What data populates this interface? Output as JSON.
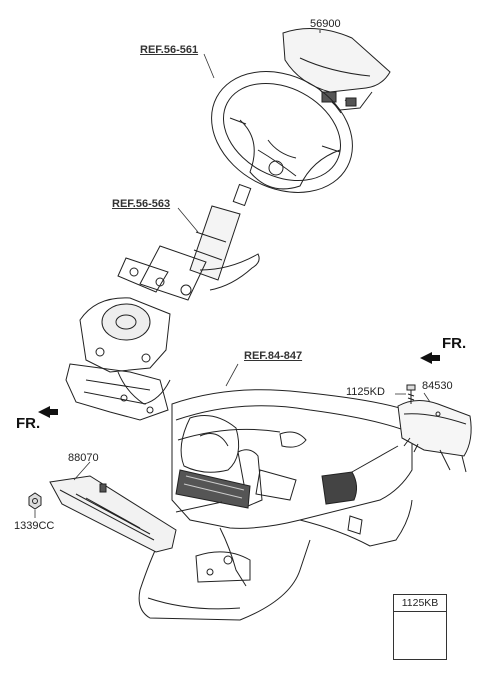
{
  "labels": {
    "airbag_driver": "56900",
    "steering_wheel_ref": "REF.56-561",
    "steering_column_ref": "REF.56-563",
    "dashboard_ref": "REF.84-847",
    "fr_right": "FR.",
    "fr_left": "FR.",
    "bolt_kd": "1125KD",
    "airbag_passenger": "84530",
    "knee_airbag": "88070",
    "nut": "1339CC",
    "legend_bolt": "1125KB"
  }
}
